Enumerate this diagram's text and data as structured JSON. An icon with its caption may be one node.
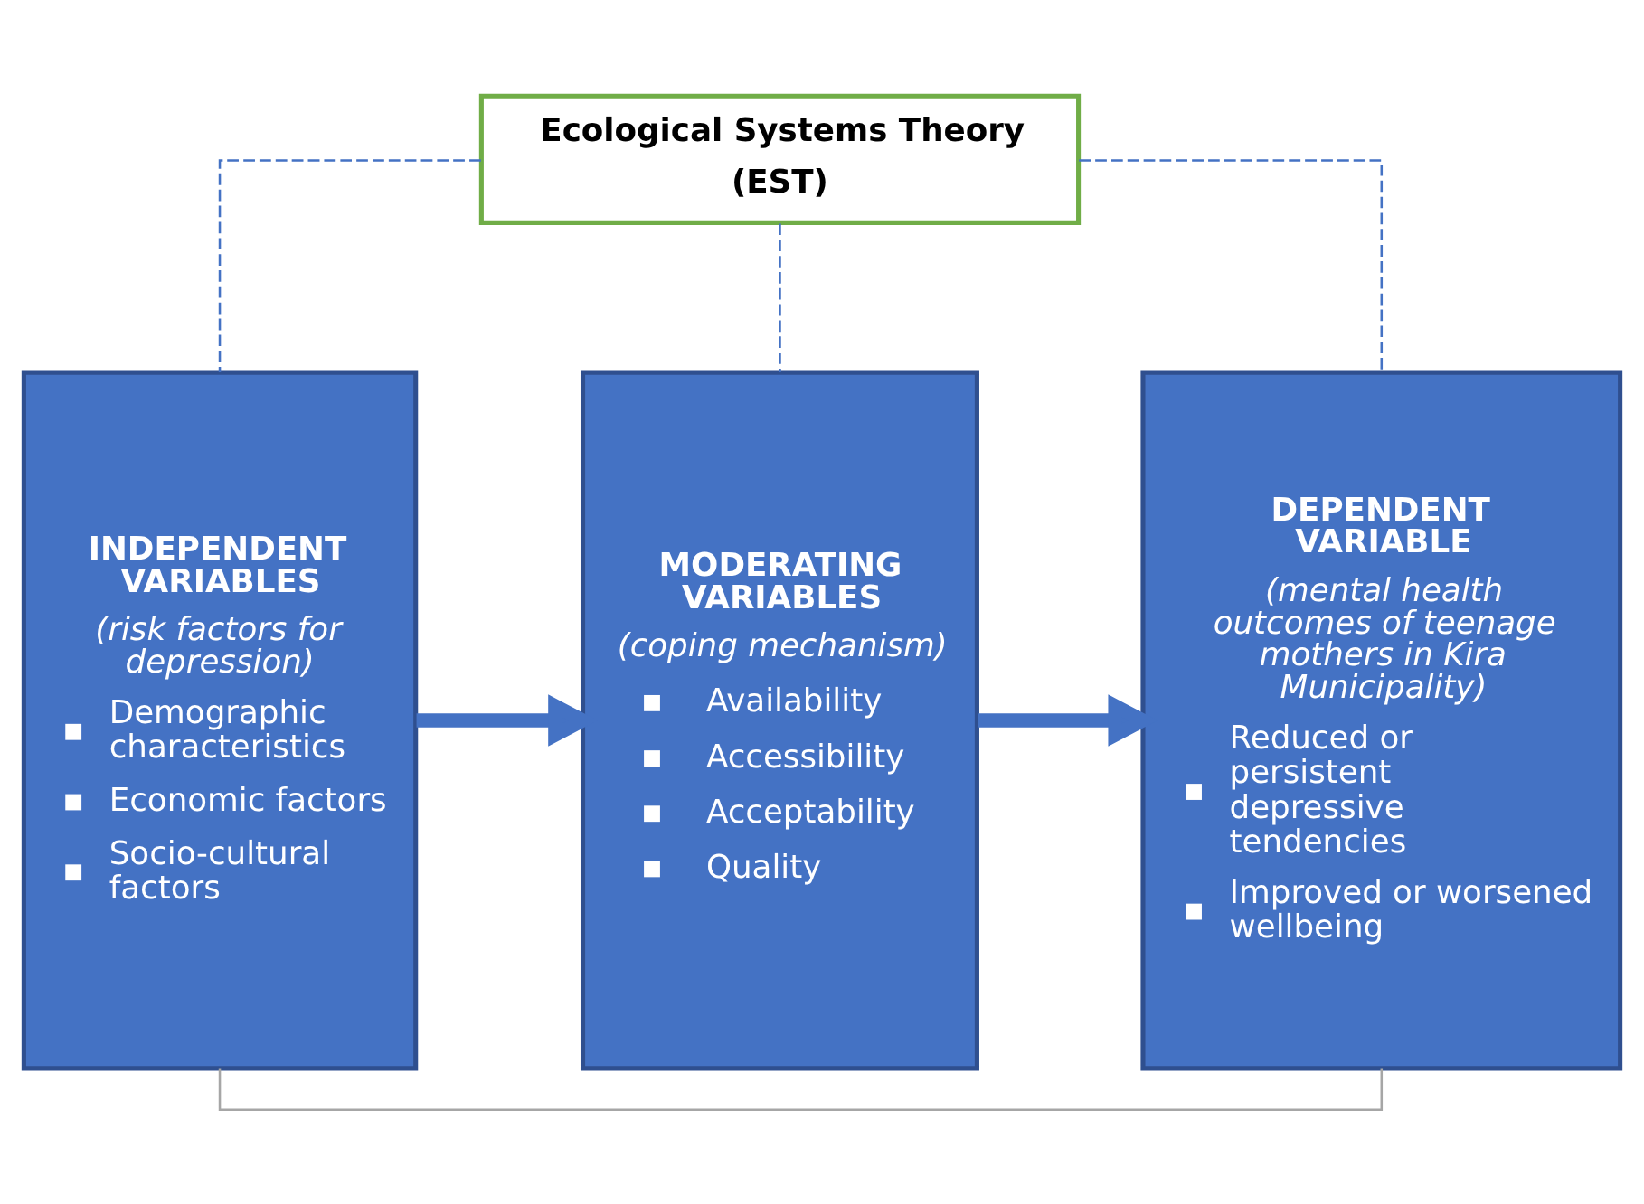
{
  "diagram": {
    "nodes": [
      {
        "text": [
          "Ecological Systems Theory",
          "(EST)"
        ]
      },
      {
        "text": [
          "INDEPENDENT VARIABLES",
          "(risk factors for depression)",
          "Demographic characteristics",
          "Economic factors",
          "Socio-cultural factors"
        ]
      },
      {
        "text": [
          "MODERATING VARIABLES",
          "(coping mechanism)",
          "Availability",
          "Accessibility",
          "Acceptability",
          "Quality"
        ]
      },
      {
        "text": [
          "DEPENDENT VARIABLE",
          "(mental health outcomes of teenage mothers in Kira Municipality)",
          "Reduced or persistent depressive tendencies",
          "Improved or worsened wellbeing"
        ]
      }
    ],
    "edges": [
      {
        "from": 0,
        "to": 1,
        "arrow": "none",
        "style": "dashed"
      },
      {
        "from": 0,
        "to": 2,
        "arrow": "none",
        "style": "dashed"
      },
      {
        "from": 0,
        "to": 3,
        "arrow": "none",
        "style": "dashed"
      },
      {
        "from": 1,
        "to": 2,
        "arrow": "to",
        "style": "thick"
      },
      {
        "from": 2,
        "to": 3,
        "arrow": "to",
        "style": "thick"
      },
      {
        "from": 1,
        "to": 3,
        "arrow": "none",
        "color": "#a6a6a6"
      }
    ]
  }
}
